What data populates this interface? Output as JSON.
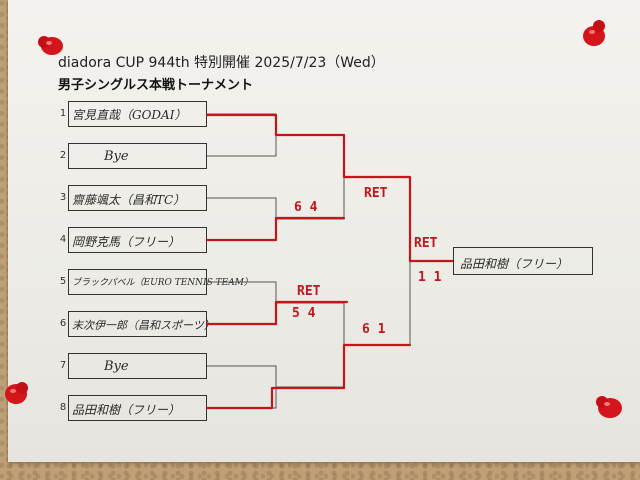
{
  "header": {
    "title": "diadora CUP 944th 特別開催 2025/7/23（Wed）",
    "subtitle": "男子シングルス本戦トーナメント"
  },
  "draw": [
    {
      "seed": "1",
      "name": "宮見直哉（GODAI）"
    },
    {
      "seed": "2",
      "name": "Bye"
    },
    {
      "seed": "3",
      "name": "齋藤颯太（昌和TC）"
    },
    {
      "seed": "4",
      "name": "岡野克馬（フリー）"
    },
    {
      "seed": "5",
      "name": "ブラックパベル（EURO TENNIS TEAM）"
    },
    {
      "seed": "6",
      "name": "末次伊一郎（昌和スポーツ）"
    },
    {
      "seed": "7",
      "name": "Bye"
    },
    {
      "seed": "8",
      "name": "品田和樹（フリー）"
    }
  ],
  "scores": {
    "r1_match2": "6 4",
    "r1_match3_ret": "RET",
    "r1_match3": "5 4",
    "sf_top_ret": "RET",
    "sf_bottom": "6 1",
    "final_ret": "RET",
    "final": "1 1"
  },
  "winner": "品田和樹（フリー）",
  "colors": {
    "ink": "#333333",
    "result": "#c2161b",
    "pin": "#d4161c"
  }
}
